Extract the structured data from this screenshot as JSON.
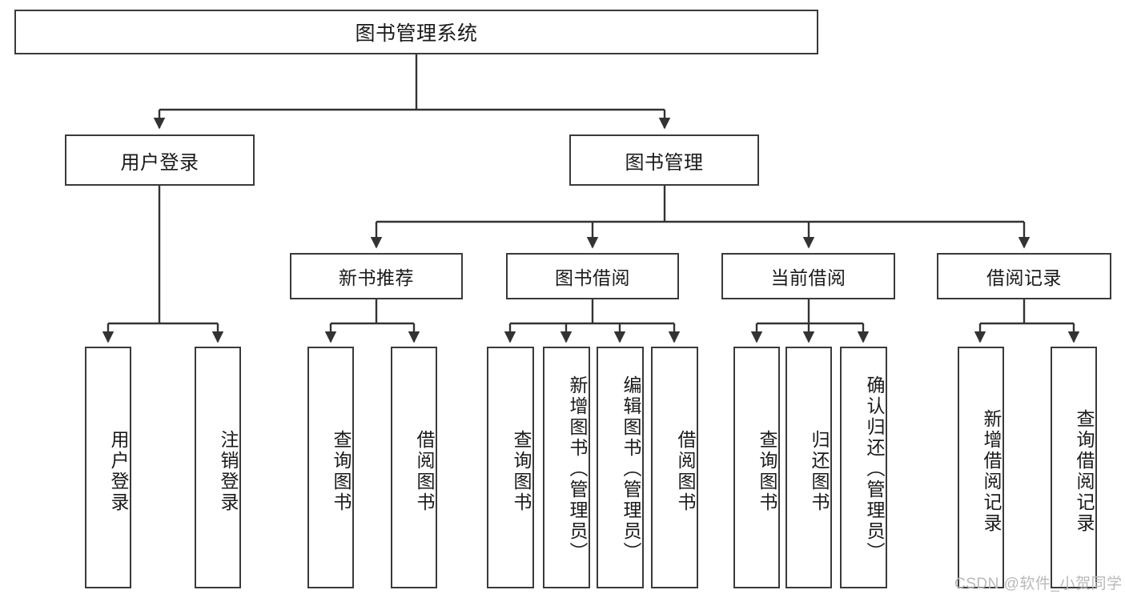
{
  "diagram": {
    "title": "图书管理系统",
    "type": "tree-hierarchy-chart",
    "watermark": "CSDN @软件_小贺同学",
    "colors": {
      "box_border": "#3a3a3a",
      "box_fill": "#ffffff",
      "connector": "#333333",
      "text": "#1a1a1a",
      "watermark": "#b9b9b9"
    },
    "root": {
      "label": "图书管理系统"
    },
    "level2": [
      {
        "label": "用户登录"
      },
      {
        "label": "图书管理"
      }
    ],
    "level3": [
      {
        "label": "新书推荐"
      },
      {
        "label": "图书借阅"
      },
      {
        "label": "当前借阅"
      },
      {
        "label": "借阅记录"
      }
    ],
    "leaves": {
      "user_login": [
        {
          "label": "用户登录"
        },
        {
          "label": "注销登录"
        }
      ],
      "new_book_recommend": [
        {
          "label": "查询图书"
        },
        {
          "label": "借阅图书"
        }
      ],
      "book_borrow": [
        {
          "label": "查询图书"
        },
        {
          "label": "新增图书（管理员）"
        },
        {
          "label": "编辑图书（管理员）"
        },
        {
          "label": "借阅图书"
        }
      ],
      "current_borrow": [
        {
          "label": "查询图书"
        },
        {
          "label": "归还图书"
        },
        {
          "label": "确认归还（管理员）"
        }
      ],
      "borrow_record": [
        {
          "label": "新增借阅记录"
        },
        {
          "label": "查询借阅记录"
        }
      ]
    }
  }
}
